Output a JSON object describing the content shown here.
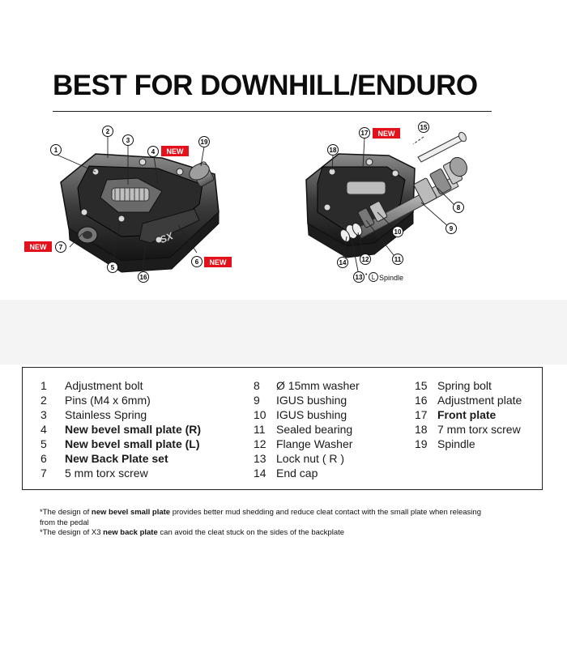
{
  "title": "BEST FOR DOWNHILL/ENDURO",
  "badge_text": "NEW",
  "callouts_left": [
    "1",
    "2",
    "3",
    "4",
    "19",
    "7",
    "5",
    "16",
    "6"
  ],
  "callouts_right": [
    "17",
    "15",
    "18",
    "8",
    "9",
    "10",
    "11",
    "12",
    "14",
    "13"
  ],
  "spindle_label": "Spindle",
  "spindle_letter": "L",
  "parts": {
    "col1": [
      {
        "num": "1",
        "label": "Adjustment bolt",
        "bold": false
      },
      {
        "num": "2",
        "label": "Pins (M4 x 6mm)",
        "bold": false
      },
      {
        "num": "3",
        "label": "Stainless Spring",
        "bold": false
      },
      {
        "num": "4",
        "label": "New bevel small plate (R)",
        "bold": true
      },
      {
        "num": "5",
        "label": "New bevel small plate (L)",
        "bold": true
      },
      {
        "num": "6",
        "label": "New Back Plate set",
        "bold": true
      },
      {
        "num": "7",
        "label": "5 mm torx screw",
        "bold": false
      }
    ],
    "col2": [
      {
        "num": "8",
        "label": "Ø 15mm washer",
        "bold": false
      },
      {
        "num": "9",
        "label": "IGUS bushing",
        "bold": false
      },
      {
        "num": "10",
        "label": "IGUS bushing",
        "bold": false
      },
      {
        "num": "11",
        "label": "Sealed bearing",
        "bold": false
      },
      {
        "num": "12",
        "label": "Flange Washer",
        "bold": false
      },
      {
        "num": "13",
        "label": "Lock nut ( R )",
        "bold": false
      },
      {
        "num": "14",
        "label": "End cap",
        "bold": false
      }
    ],
    "col3": [
      {
        "num": "15",
        "label": "Spring bolt",
        "bold": false
      },
      {
        "num": "16",
        "label": "Adjustment plate",
        "bold": false
      },
      {
        "num": "17",
        "label": "Front plate",
        "bold": true
      },
      {
        "num": "18",
        "label": "7 mm torx screw",
        "bold": false
      },
      {
        "num": "19",
        "label": "Spindle",
        "bold": false
      }
    ]
  },
  "notes": {
    "n1_prefix": "*The design of ",
    "n1_bold": "new bevel small plate",
    "n1_suffix": " provides better mud shedding and reduce cleat contact with the small plate when releasing",
    "n1_line2": "from the pedal",
    "n2_prefix": "*The design of X3 ",
    "n2_bold": "new back plate",
    "n2_suffix": " can avoid the cleat stuck on the sides of the backplate"
  },
  "colors": {
    "badge_red": "#e3111b",
    "ink": "#111111"
  }
}
